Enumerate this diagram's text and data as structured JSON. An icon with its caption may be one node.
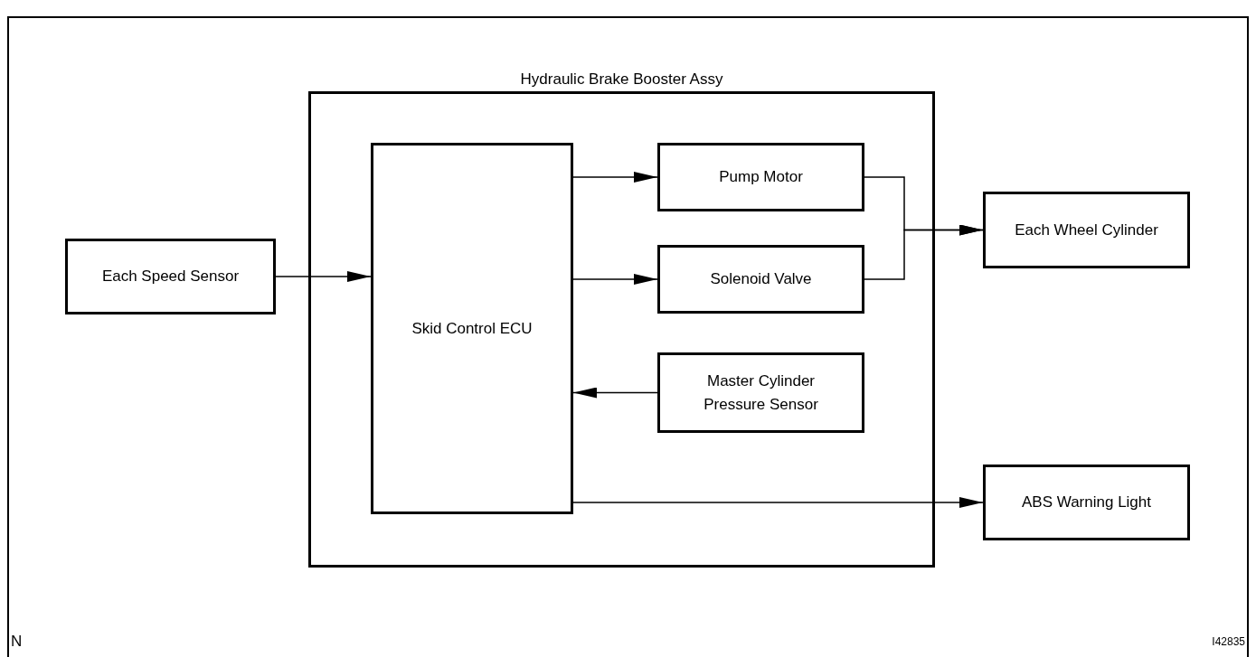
{
  "diagram": {
    "nodes": [
      {
        "text": [
          "Hydraulic Brake Booster Assy"
        ]
      },
      {
        "text": [
          "Skid Control ECU"
        ],
        "in": 0
      },
      {
        "text": [
          "Pump Motor"
        ],
        "in": 0
      },
      {
        "text": [
          "Solenoid Valve"
        ],
        "in": 0
      },
      {
        "text": [
          "Master Cylinder Pressure Sensor"
        ],
        "in": 0
      },
      {
        "text": [
          "Each Speed Sensor"
        ]
      },
      {
        "text": [
          "Each Wheel Cylinder"
        ]
      },
      {
        "text": [
          "ABS Warning Light"
        ]
      }
    ],
    "edges": [
      {
        "from": 5,
        "to": 1,
        "arrow": "to"
      },
      {
        "from": 1,
        "to": 2,
        "arrow": "to"
      },
      {
        "from": 1,
        "to": 3,
        "arrow": "to"
      },
      {
        "from": 4,
        "to": 1,
        "arrow": "to"
      },
      {
        "from": 2,
        "to": 6,
        "arrow": "to"
      },
      {
        "from": 3,
        "to": 6,
        "arrow": "to"
      },
      {
        "from": 1,
        "to": 7,
        "arrow": "to"
      }
    ],
    "labels": [
      "N",
      "I42835"
    ]
  }
}
